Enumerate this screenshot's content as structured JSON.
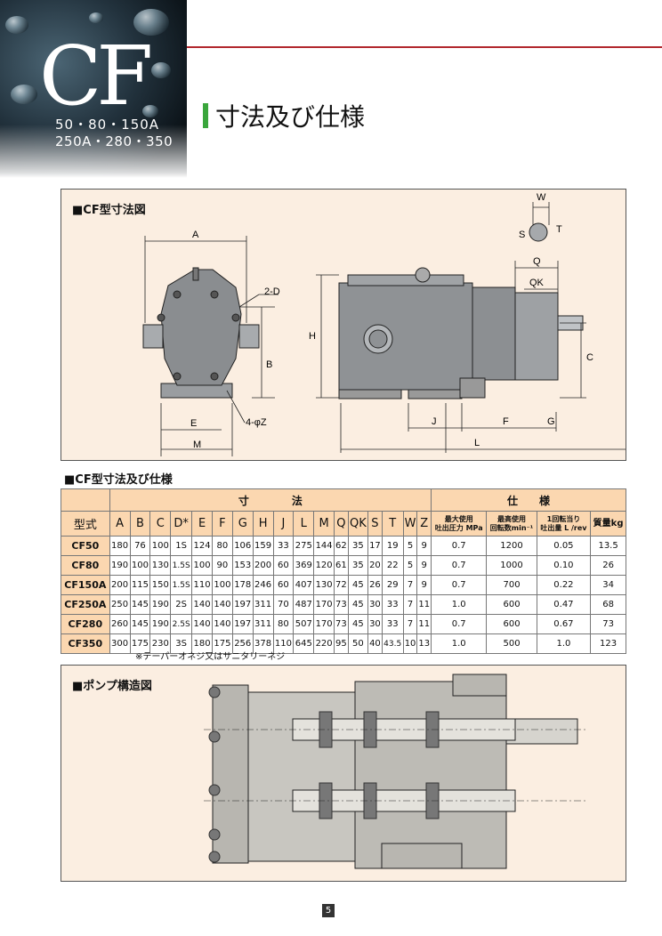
{
  "hero": {
    "title": "CF",
    "models_line1": "50・80・150A",
    "models_line2": "250A・280・350"
  },
  "page_heading": "寸法及び仕様",
  "dimension_drawing": {
    "title": "■CF型寸法図",
    "labels": {
      "A": "A",
      "B": "B",
      "E": "E",
      "M": "M",
      "two_d": "2-D",
      "four_z": "4-φZ",
      "H": "H",
      "J": "J",
      "F": "F",
      "G": "G",
      "L": "L",
      "C": "C",
      "Q": "Q",
      "QK": "QK",
      "W": "W",
      "T": "T",
      "S": "S"
    }
  },
  "table": {
    "title": "■CF型寸法及び仕様",
    "group_dimensions": "寸　　　　法",
    "group_specs": "仕　　様",
    "model_header": "型式",
    "dim_headers": [
      "A",
      "B",
      "C",
      "D*",
      "E",
      "F",
      "G",
      "H",
      "J",
      "L",
      "M",
      "Q",
      "QK",
      "S",
      "T",
      "W",
      "Z"
    ],
    "spec_headers": [
      [
        "最大使用",
        "吐出圧力 MPa"
      ],
      [
        "最高使用",
        "回転数min⁻¹"
      ],
      [
        "1回転当り",
        "吐出量 L /rev"
      ],
      [
        "質量kg"
      ]
    ],
    "rows": [
      {
        "model": "CF50",
        "dims": [
          "180",
          "76",
          "100",
          "1S",
          "124",
          "80",
          "106",
          "159",
          "33",
          "275",
          "144",
          "62",
          "35",
          "17",
          "19",
          "5",
          "9"
        ],
        "specs": [
          "0.7",
          "1200",
          "0.05",
          "13.5"
        ]
      },
      {
        "model": "CF80",
        "dims": [
          "190",
          "100",
          "130",
          "1.5S",
          "100",
          "90",
          "153",
          "200",
          "60",
          "369",
          "120",
          "61",
          "35",
          "20",
          "22",
          "5",
          "9"
        ],
        "specs": [
          "0.7",
          "1000",
          "0.10",
          "26"
        ]
      },
      {
        "model": "CF150A",
        "dims": [
          "200",
          "115",
          "150",
          "1.5S",
          "110",
          "100",
          "178",
          "246",
          "60",
          "407",
          "130",
          "72",
          "45",
          "26",
          "29",
          "7",
          "9"
        ],
        "specs": [
          "0.7",
          "700",
          "0.22",
          "34"
        ]
      },
      {
        "model": "CF250A",
        "dims": [
          "250",
          "145",
          "190",
          "2S",
          "140",
          "140",
          "197",
          "311",
          "70",
          "487",
          "170",
          "73",
          "45",
          "30",
          "33",
          "7",
          "11"
        ],
        "specs": [
          "1.0",
          "600",
          "0.47",
          "68"
        ]
      },
      {
        "model": "CF280",
        "dims": [
          "260",
          "145",
          "190",
          "2.5S",
          "140",
          "140",
          "197",
          "311",
          "80",
          "507",
          "170",
          "73",
          "45",
          "30",
          "33",
          "7",
          "11"
        ],
        "specs": [
          "0.7",
          "600",
          "0.67",
          "73"
        ]
      },
      {
        "model": "CF350",
        "dims": [
          "300",
          "175",
          "230",
          "3S",
          "180",
          "175",
          "256",
          "378",
          "110",
          "645",
          "220",
          "95",
          "50",
          "40",
          "43.5",
          "10",
          "13"
        ],
        "specs": [
          "1.0",
          "500",
          "1.0",
          "123"
        ]
      }
    ],
    "note": "※テーパーオネジ又はサニタリーネジ"
  },
  "structure_drawing": {
    "title": "■ポンプ構造図"
  },
  "page_number": "5",
  "colors": {
    "accent_red": "#b1272d",
    "accent_green": "#3aa63c",
    "panel_bg": "#fbeee1",
    "table_header_bg": "#fbd7b0"
  }
}
